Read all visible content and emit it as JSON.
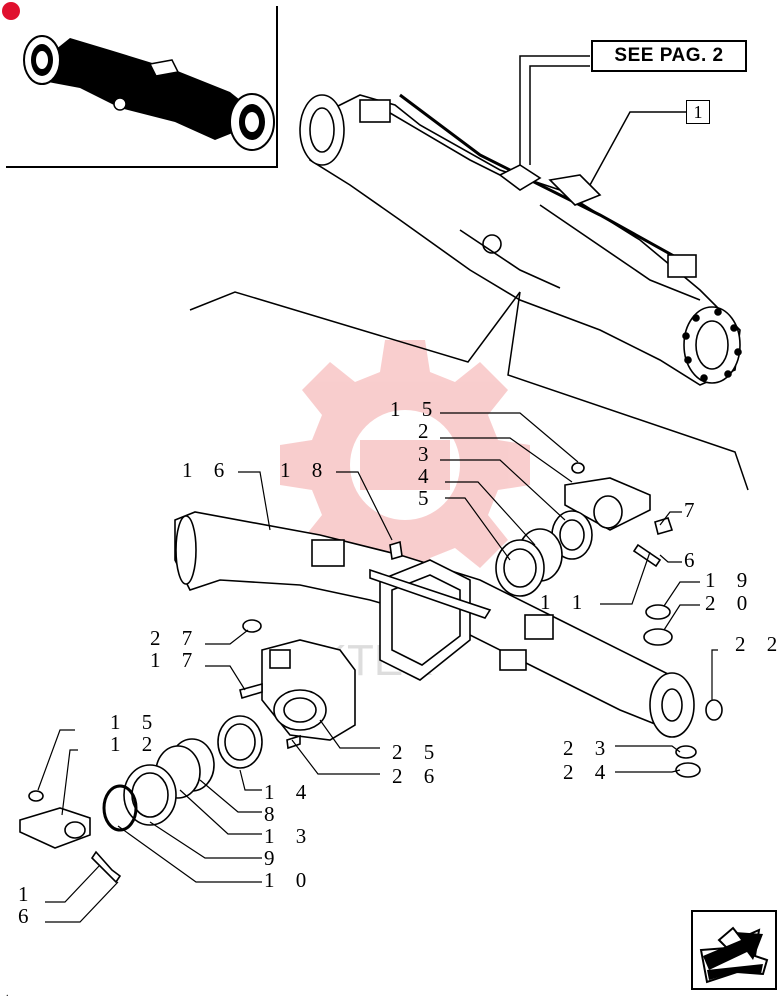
{
  "see_page_label": "SEE PAG. 2",
  "ref_box_label": "1",
  "callouts": {
    "c15a": "1 5",
    "c2": "2",
    "c3": "3",
    "c4": "4",
    "c5": "5",
    "c16a": "1 6",
    "c18": "1 8",
    "c7": "7",
    "c6a": "6",
    "c11": "1 1",
    "c19": "1 9",
    "c20": "2 0",
    "c27": "2 7",
    "c17": "1 7",
    "c22": "2 2",
    "c15b": "1 5",
    "c12": "1 2",
    "c25": "2 5",
    "c26": "2 6",
    "c14": "1 4",
    "c8": "8",
    "c13": "1 3",
    "c23": "2 3",
    "c24": "2 4",
    "c9": "9",
    "c10": "1 0",
    "c1": "1",
    "c6b": "6"
  },
  "nav_icon": "next-page-arrow-icon",
  "watermark_text": "I•KTEK"
}
